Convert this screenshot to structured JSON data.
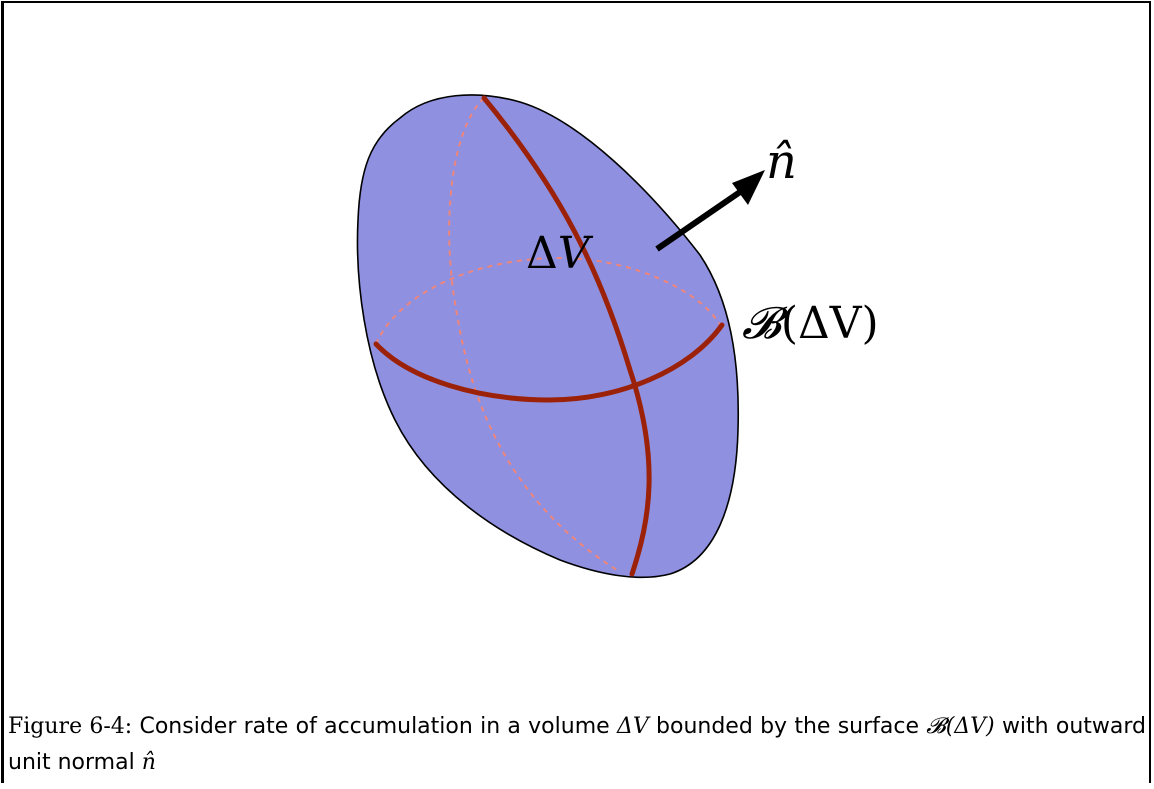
{
  "figure": {
    "label_delta_v": "ΔV",
    "label_delta_symbol": "Δ",
    "label_v_symbol": "V",
    "label_normal": "n̂",
    "label_boundary": "𝓑(ΔV)",
    "label_boundary_b": "𝓑",
    "label_boundary_rest": "(ΔV)",
    "colors": {
      "volume_fill": "#8f90e0",
      "outline": "#000000",
      "meridian": "#9b2208",
      "hidden_lines": "#f0857a",
      "arrow": "#000000"
    }
  },
  "caption": {
    "figure_number": "Figure 6-4:",
    "text_part1": "Consider rate of accumulation in a volume",
    "sym1": "ΔV",
    "text_part2": "bounded by the surface",
    "sym2": "𝓑(ΔV)",
    "text_part3": "with outward unit normal",
    "sym3": "n̂"
  }
}
